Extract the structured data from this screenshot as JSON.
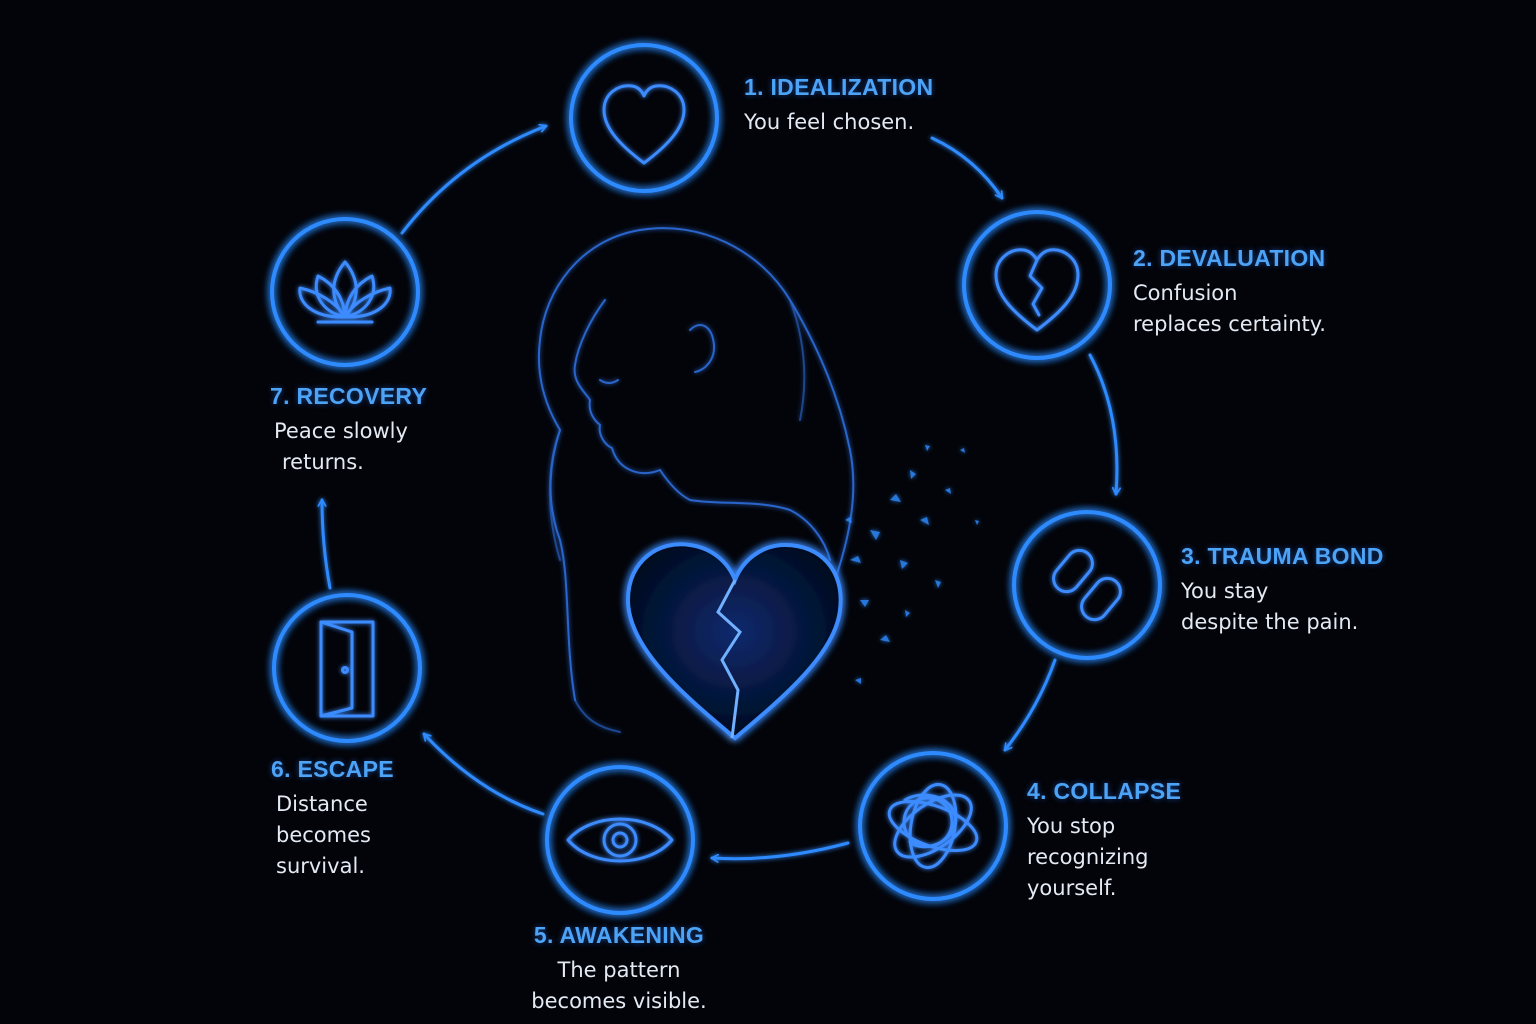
{
  "accent": "#2f8bff",
  "title_color": "#4da3f5",
  "stages": [
    {
      "id": "idealization",
      "title": "1. IDEALIZATION",
      "lines": [
        "You feel chosen."
      ],
      "icon": "heart-icon"
    },
    {
      "id": "devaluation",
      "title": "2. DEVALUATION",
      "lines": [
        "Confusion",
        "replaces certainty."
      ],
      "icon": "broken-heart-icon"
    },
    {
      "id": "trauma-bond",
      "title": "3. TRAUMA BOND",
      "lines": [
        "You stay",
        "despite the pain."
      ],
      "icon": "chain-link-icon"
    },
    {
      "id": "collapse",
      "title": "4. COLLAPSE",
      "lines": [
        "You stop",
        "recognizing",
        "yourself."
      ],
      "icon": "tangled-knot-icon"
    },
    {
      "id": "awakening",
      "title": "5. AWAKENING",
      "lines": [
        "The pattern",
        "becomes visible."
      ],
      "icon": "eye-icon"
    },
    {
      "id": "escape",
      "title": "6. ESCAPE",
      "lines": [
        "Distance",
        "becomes",
        "survival."
      ],
      "icon": "open-door-icon"
    },
    {
      "id": "recovery",
      "title": "7. RECOVERY",
      "lines": [
        "Peace slowly",
        "returns."
      ],
      "icon": "lotus-icon"
    }
  ],
  "center": {
    "figure": "woman-silhouette",
    "heart": "shattering-heart"
  }
}
